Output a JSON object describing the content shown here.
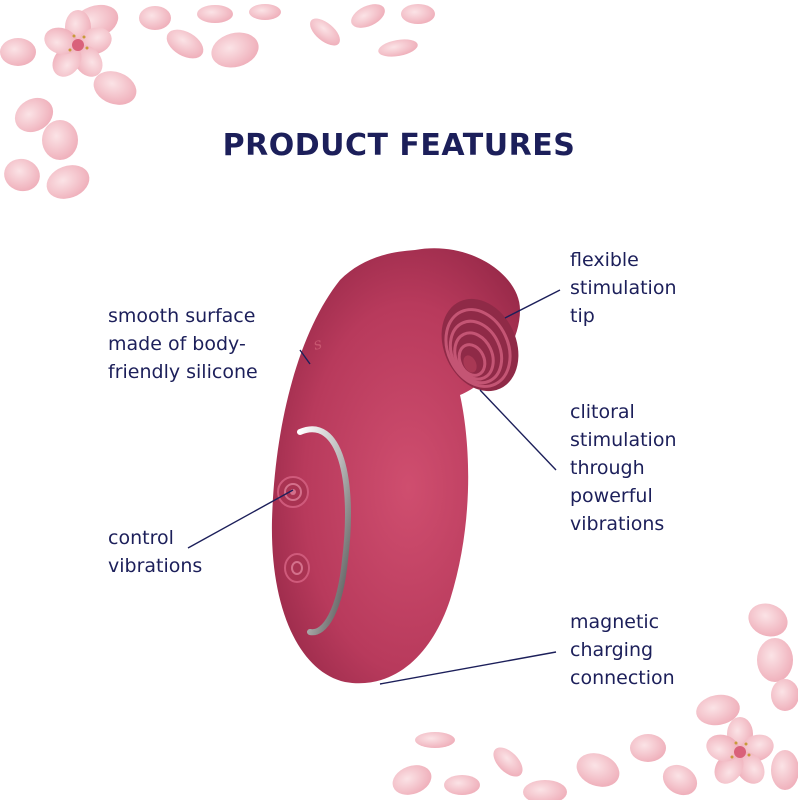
{
  "heading": "PRODUCT FEATURES",
  "callouts": {
    "smooth_surface": "smooth surface\nmade of body-\nfriendly silicone",
    "control": "control\nvibrations",
    "tip": "flexible\nstimulation\ntip",
    "clitoral": "clitoral\nstimulation\nthrough\npowerful\nvibrations",
    "magnetic": "magnetic\ncharging\nconnection"
  },
  "colors": {
    "text": "#1c1f5a",
    "product": "#b83a5c",
    "petal": "#f4c3cb"
  },
  "icons": [
    "blossom-petals-decoration",
    "product-illustration",
    "logo-engraving"
  ]
}
